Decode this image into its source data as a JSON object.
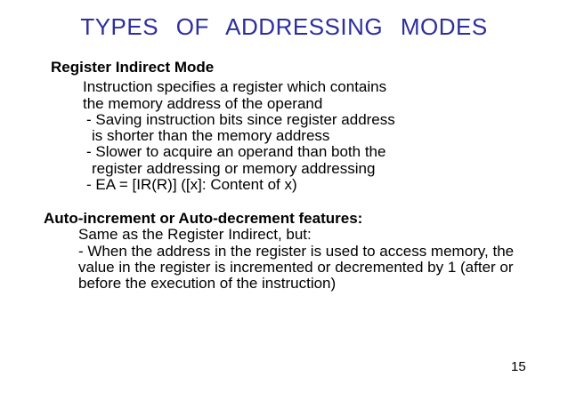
{
  "slide": {
    "title": "TYPES OF ADDRESSING MODES",
    "title_color": "#2e2e9e",
    "text_color": "#000000",
    "background_color": "#ffffff",
    "page_number": "15",
    "blocks": [
      {
        "heading": "Register Indirect Mode",
        "lines": [
          "Instruction specifies a register which contains",
          "the memory address of the operand",
          "- Saving instruction bits since register address",
          "is shorter than the memory address",
          "- Slower to acquire an operand than both the",
          "register addressing or memory addressing",
          "- EA = [IR(R)] ([x]: Content of x)"
        ]
      },
      {
        "heading": "Auto-increment or Auto-decrement features:",
        "lines": [
          "Same as the Register Indirect, but:",
          "- When the address in the register is used to access memory, the",
          "value in the register is incremented or decremented by 1 (after or",
          "before the execution of the instruction)"
        ]
      }
    ]
  }
}
